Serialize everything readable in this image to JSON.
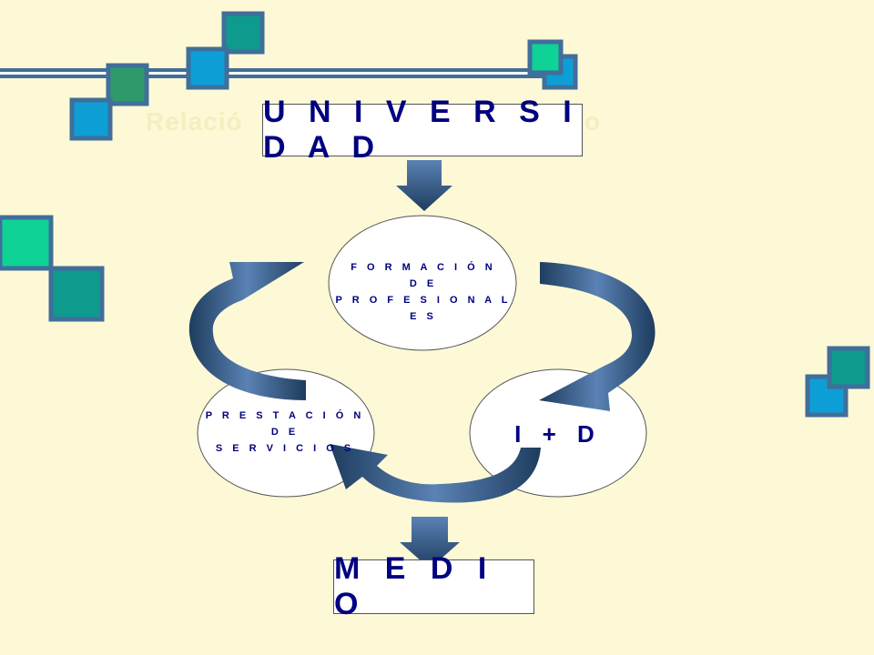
{
  "title_faded": {
    "lead": "Relació",
    "tail": "o"
  },
  "boxes": {
    "universidad": "U N I V E R S I D A D",
    "medio": "M E D I O"
  },
  "nodes": {
    "formacion": [
      "F O R M A C I Ó N",
      "D E",
      "P R O F E S I O N A L E S"
    ],
    "prestacion": [
      "P R E S T A C I Ó N",
      "D E",
      "S E R V I C I O S"
    ],
    "id": "I + D"
  },
  "colors": {
    "background": "#fdf9d6",
    "text": "#000080",
    "arrow_light": "#5a82b4",
    "arrow_dark": "#1e3c5e",
    "square_border": "#3f6f9a",
    "square_teal": "#0f9a8e",
    "square_green": "#2e9a6a",
    "square_blue": "#0d9ed6",
    "square_mint": "#0fd296"
  },
  "icons": [
    "down-arrow-icon",
    "curved-arrow-icon"
  ]
}
